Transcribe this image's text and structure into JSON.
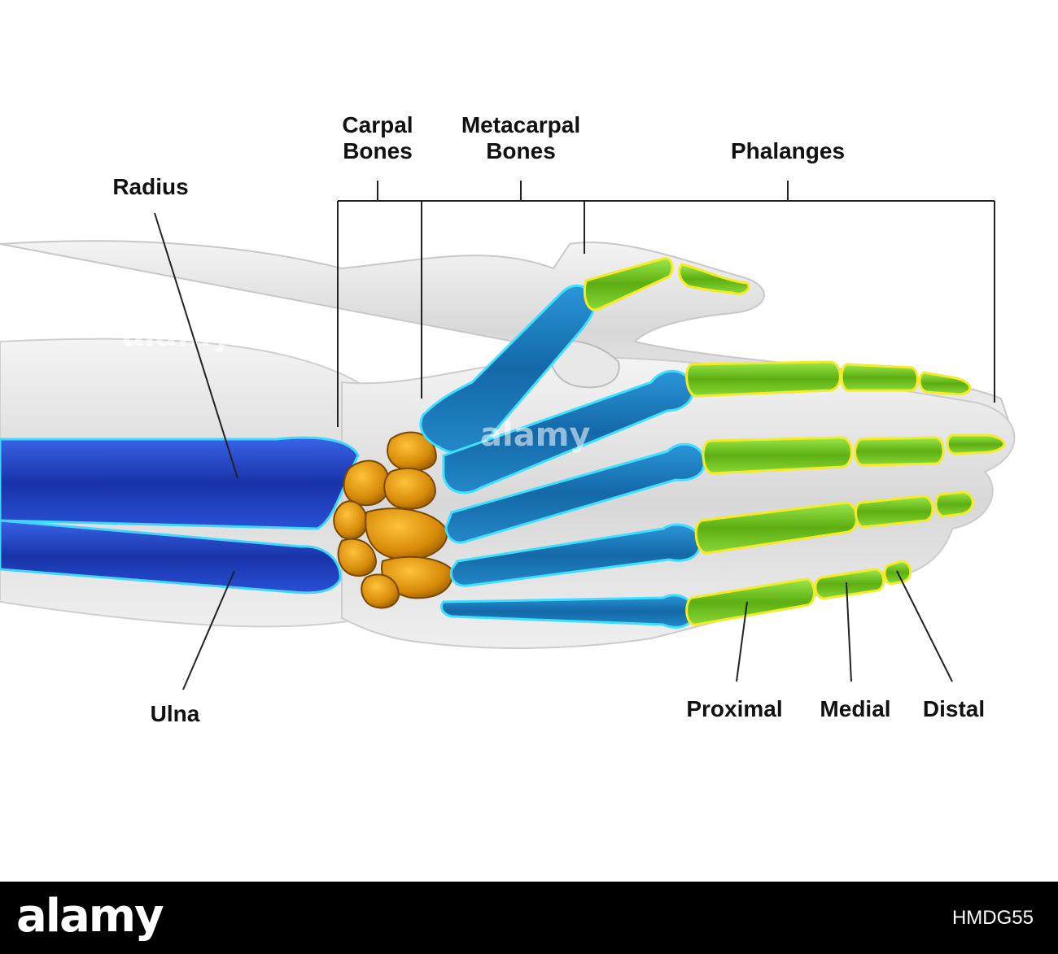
{
  "labels": {
    "radius": "Radius",
    "ulna": "Ulna",
    "carpal_line1": "Carpal",
    "carpal_line2": "Bones",
    "metacarpal_line1": "Metacarpal",
    "metacarpal_line2": "Bones",
    "phalanges": "Phalanges",
    "proximal": "Proximal",
    "medial": "Medial",
    "distal": "Distal"
  },
  "watermark": {
    "text": "alamy",
    "footer_logo": "alamy",
    "image_id": "HMDG55"
  },
  "colors": {
    "forearm_bones": "#1f44c8",
    "metacarpals": "#1a7fc4",
    "carpals": "#e59a12",
    "phalanges": "#7ed321",
    "highlight_cyan": "#29d8ff",
    "skin": "#dcdcdc",
    "footer": "#000000"
  }
}
